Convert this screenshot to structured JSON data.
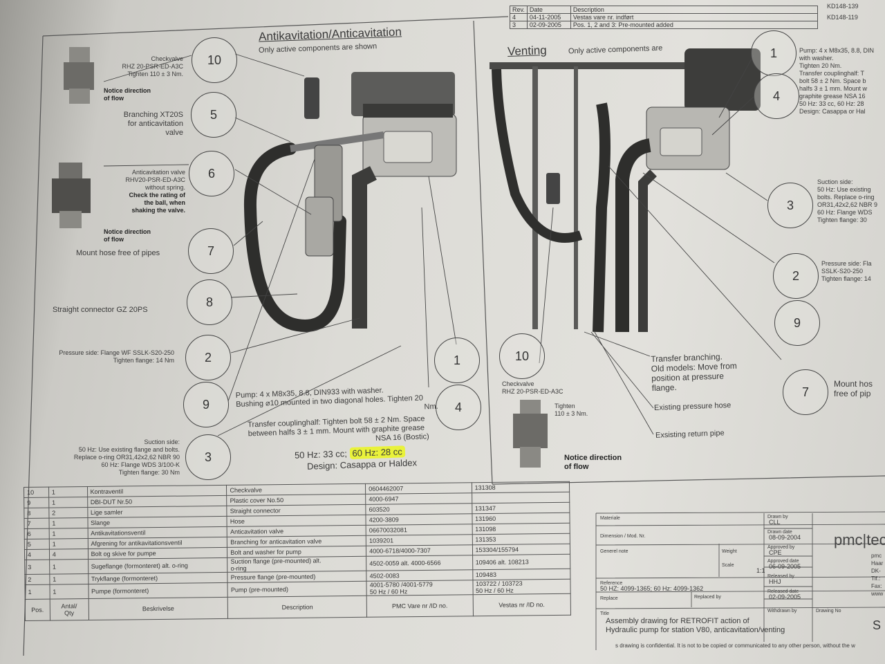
{
  "revision": {
    "headers": [
      "Rev.",
      "Date",
      "Description"
    ],
    "rows": [
      {
        "rev": "4",
        "date": "04-11-2005",
        "desc": "Vestas vare nr. indført",
        "code": "KD148-139"
      },
      {
        "rev": "3",
        "date": "02-09-2005",
        "desc": "Pos. 1, 2 and 3: Pre-mounted added",
        "code": "KD148-119"
      }
    ]
  },
  "left": {
    "title": "Antikavitation/Anticavitation",
    "subtitle": "Only active components are shown",
    "callouts": {
      "c10": {
        "num": "10",
        "text": [
          "Checkvalve",
          "RHZ 20-PSR-ED-A3C",
          "Tighten 110 ± 3 Nm."
        ],
        "note": [
          "Notice direction",
          "of flow"
        ]
      },
      "c5": {
        "num": "5",
        "text": [
          "Branching XT20S",
          "for anticavitation",
          "valve"
        ]
      },
      "c6": {
        "num": "6",
        "text": [
          "Anticavitation valve",
          "RHV20-PSR-ED-A3C",
          "without spring."
        ],
        "bold": [
          "Check the rating of",
          "the ball, when",
          "shaking the valve."
        ],
        "note": [
          "Notice direction",
          "of flow"
        ]
      },
      "c7": {
        "num": "7",
        "text": [
          "Mount hose free of pipes"
        ]
      },
      "c8": {
        "num": "8",
        "text": [
          "Straight connector GZ 20PS"
        ]
      },
      "c2": {
        "num": "2",
        "text": [
          "Pressure side: Flange WF SSLK-S20-250",
          "Tighten flange: 14 Nm"
        ]
      },
      "c9": {
        "num": "9"
      },
      "c3": {
        "num": "3",
        "text": [
          "Suction side:",
          "50 Hz: Use existing flange and bolts.",
          "Replace o-ring OR31,42x2,62 NBR 90",
          "60 Hz: Flange WDS 3/100-K",
          "Tighten flange: 30 Nm"
        ]
      },
      "c1": {
        "num": "1"
      },
      "c4": {
        "num": "4"
      }
    },
    "pump_note": [
      "Pump:  4 x M8x35, 8.8, DIN933  with washer.",
      "Bushing ⌀10 mounted in two diagonal holes. Tighten 20",
      "Nm.",
      "Transfer couplinghalf: Tighten bolt 58 ± 2 Nm. Space",
      "between halfs 3 ± 1 mm. Mount with graphite grease",
      "NSA 16 (Bostic)"
    ],
    "hz50": "50 Hz:  33 cc;",
    "hz60": "60 Hz:  28 cc",
    "design": "Design:  Casappa or Haldex"
  },
  "right": {
    "title": "Venting",
    "subtitle": "Only active components are",
    "c1": {
      "num": "1",
      "text": [
        "Pump: 4 x M8x35, 8.8, DIN",
        "with washer.",
        "Tighten 20 Nm.",
        "Transfer couplinghalf: T",
        "bolt 58 ± 2 Nm. Space b",
        "halfs 3 ± 1 mm. Mount w",
        "graphite grease NSA 16",
        "50 Hz: 33 cc, 60 Hz: 28",
        "Design: Casappa or Hal"
      ]
    },
    "c4": {
      "num": "4"
    },
    "c3": {
      "num": "3",
      "text": [
        "Suction side:",
        "50 Hz: Use existing",
        "bolts. Replace o-ring",
        "OR31,42x2,62 NBR 9",
        "60 Hz: Flange WDS",
        "Tighten flange: 30"
      ]
    },
    "c2": {
      "num": "2",
      "text": [
        "Pressure side: Fla",
        "SSLK-S20-250",
        "Tighten flange: 14"
      ]
    },
    "c9": {
      "num": "9"
    },
    "c7": {
      "num": "7",
      "text": [
        "Mount hos",
        "free of pip"
      ]
    },
    "c10": {
      "num": "10",
      "text": [
        "Checkvalve",
        "RHZ 20-PSR-ED-A3C"
      ],
      "tighten": [
        "Tighten",
        "110 ± 3 Nm."
      ],
      "note": [
        "Notice direction",
        "of flow"
      ]
    },
    "transfer": [
      "Transfer branching.",
      "Old models: Move from",
      "position at pressure",
      "flange."
    ],
    "existing_pressure": "Existing pressure hose",
    "existing_return": "Exsisting return pipe"
  },
  "bom": {
    "rows": [
      {
        "pos": "10",
        "qty": "1",
        "besk": "Kontraventil",
        "desc": "Checkvalve",
        "pmc": "0604462007",
        "vestas": "131308"
      },
      {
        "pos": "9",
        "qty": "1",
        "besk": "DBI-DUT Nr.50",
        "desc": "Plastic cover No.50",
        "pmc": "4000-6947",
        "vestas": ""
      },
      {
        "pos": "8",
        "qty": "2",
        "besk": "Lige samler",
        "desc": "Straight connector",
        "pmc": "603520",
        "vestas": "131347"
      },
      {
        "pos": "7",
        "qty": "1",
        "besk": "Slange",
        "desc": "Hose",
        "pmc": "4200-3809",
        "vestas": "131960"
      },
      {
        "pos": "6",
        "qty": "1",
        "besk": "Antikavitationsventil",
        "desc": "Anticavitation valve",
        "pmc": "06670032081",
        "vestas": "131098"
      },
      {
        "pos": "5",
        "qty": "1",
        "besk": "Afgrening for antikavitationsventil",
        "desc": "Branching for anticavitation valve",
        "pmc": "1039201",
        "vestas": "131353"
      },
      {
        "pos": "4",
        "qty": "4",
        "besk": "Bolt og skive for pumpe",
        "desc": "Bolt and washer for pump",
        "pmc": "4000-6718/4000-7307",
        "vestas": "153304/155794"
      },
      {
        "pos": "3",
        "qty": "1",
        "besk": "Sugeflange (formonteret) alt. o-ring",
        "desc": "Suction flange (pre-mounted) alt.",
        "desc2": "o-ring",
        "pmc": "4502-0059 alt. 4000-6566",
        "vestas": "109406 alt. 108213"
      },
      {
        "pos": "2",
        "qty": "1",
        "besk": "Trykflange (formonteret)",
        "desc": "Pressure flange (pre-mounted)",
        "pmc": "4502-0083",
        "vestas": "109483"
      },
      {
        "pos": "1",
        "qty": "1",
        "besk": "Pumpe (formonteret)",
        "desc": "Pump (pre-mounted)",
        "pmc": "4001-5780 /4001-5779",
        "pmc2": "50 Hz     /     60 Hz",
        "vestas": "103722   /   103723",
        "vestas2": "50 Hz   /   60 Hz"
      }
    ],
    "headers": {
      "pos": "Pos.",
      "qty1": "Antal/",
      "qty2": "Qty",
      "besk": "Beskrivelse",
      "desc": "Description",
      "pmc": "PMC Vare nr /ID no.",
      "vestas": "Vestas nr /ID no."
    }
  },
  "titleblock": {
    "material": "Materiale",
    "dimension": "Dimension / Mod. Nr.",
    "general": "Generel note",
    "weight": "Weight",
    "scale": "Scale",
    "scale_val": "1:1",
    "reference": "Reference",
    "reference_val": "50 HZ: 4099-1365; 60 Hz: 4099-1362",
    "replace": "Replace",
    "replaced_by": "Replaced by",
    "title_label": "Title",
    "title": [
      "Assembly drawing for RETROFIT action of",
      "Hydraulic pump for station V80, anticavitation/venting"
    ],
    "drawn_by": "Drawn by",
    "drawn_by_val": "CLL",
    "drawn_date": "Drawn date",
    "drawn_date_val": "08-09-2004",
    "approved_by": "Approved by",
    "approved_by_val": "CPE",
    "approved_date": "Approved date",
    "approved_date_val": "06-09-2005",
    "released_by": "Released by",
    "released_by_val": "HHJ",
    "released_date": "Released date",
    "released_date_val": "02-09-2005",
    "withdrawn": "Withdrawn by",
    "drawing_no": "Drawing No",
    "drawing_no_val": "S",
    "company": "pmc|tec",
    "company_lines": [
      "pmc",
      "Haar",
      "DK-",
      "Tlf.:",
      "Fax:",
      "www"
    ],
    "confidential": "s drawing is confidential. It is not to be copied or communicated to any other person, without the w"
  }
}
